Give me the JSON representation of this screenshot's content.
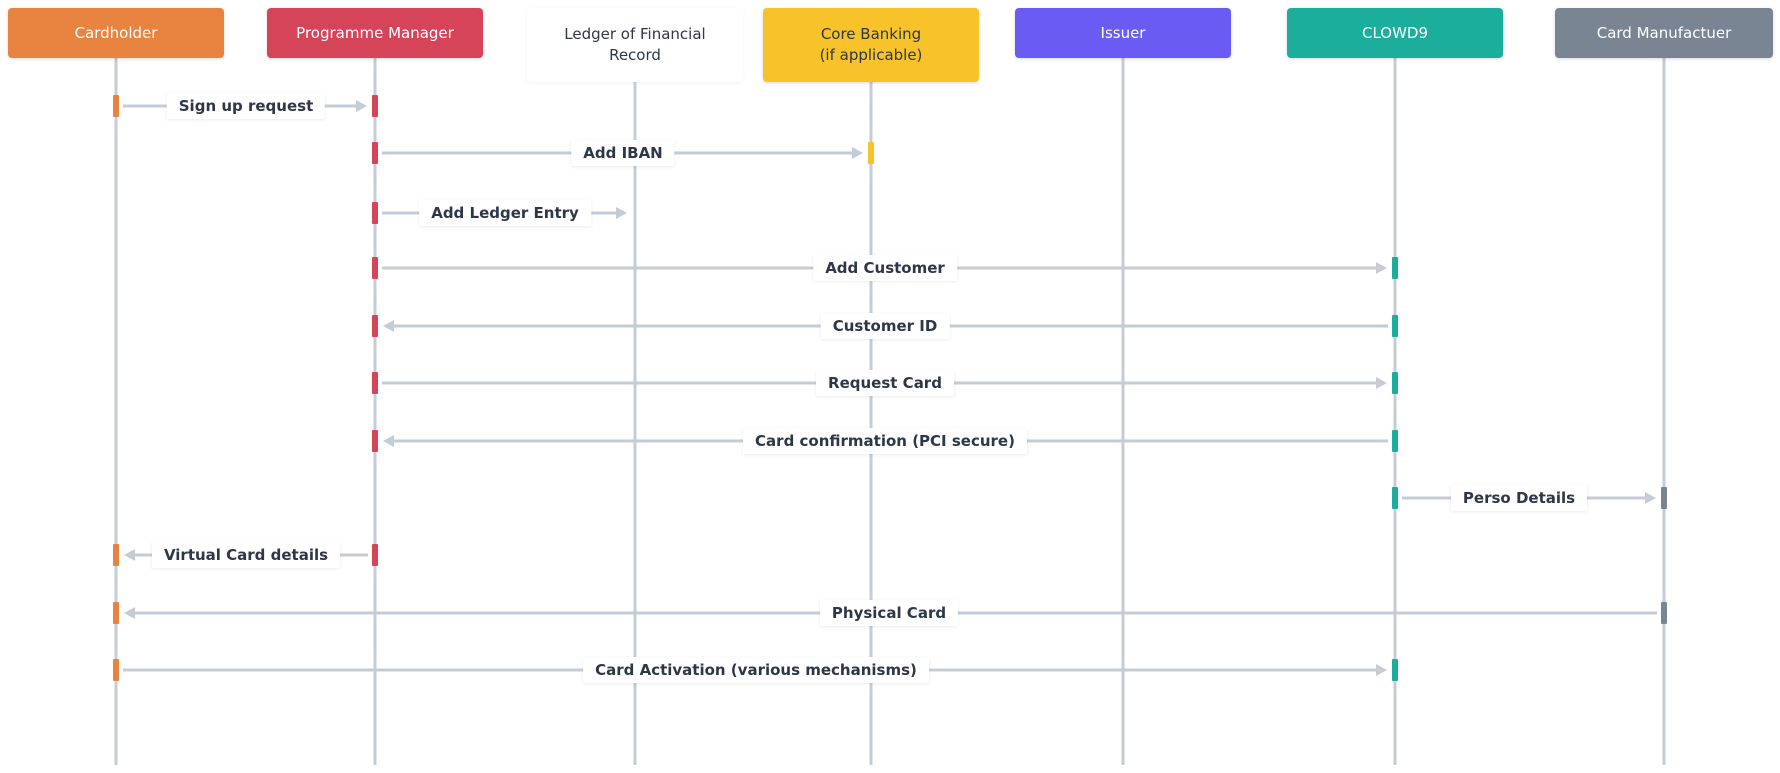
{
  "actors": [
    {
      "id": "cardholder",
      "label": "Cardholder",
      "color": "#e8843f"
    },
    {
      "id": "pm",
      "label": "Programme Manager",
      "color": "#d6445a"
    },
    {
      "id": "ledger",
      "label": "Ledger of Financial\nRecord",
      "color": "#ffffff"
    },
    {
      "id": "core",
      "label": "Core Banking\n(if applicable)",
      "color": "#f8c32a"
    },
    {
      "id": "issuer",
      "label": "Issuer",
      "color": "#6a5cf2"
    },
    {
      "id": "clowd9",
      "label": "CLOWD9",
      "color": "#1bae9c"
    },
    {
      "id": "manufacturer",
      "label": "Card Manufactuer",
      "color": "#7a8593"
    }
  ],
  "messages": [
    {
      "label": "Sign up request",
      "from": "cardholder",
      "to": "pm"
    },
    {
      "label": "Add IBAN",
      "from": "pm",
      "to": "core"
    },
    {
      "label": "Add Ledger Entry",
      "from": "pm",
      "to": "ledger"
    },
    {
      "label": "Add Customer",
      "from": "pm",
      "to": "clowd9"
    },
    {
      "label": "Customer ID",
      "from": "clowd9",
      "to": "pm"
    },
    {
      "label": "Request Card",
      "from": "pm",
      "to": "clowd9"
    },
    {
      "label": "Card confirmation (PCI secure)",
      "from": "clowd9",
      "to": "pm"
    },
    {
      "label": "Perso Details",
      "from": "clowd9",
      "to": "manufacturer"
    },
    {
      "label": "Virtual Card details",
      "from": "pm",
      "to": "cardholder"
    },
    {
      "label": "Physical Card",
      "from": "manufacturer",
      "to": "cardholder"
    },
    {
      "label": "Card Activation (various mechanisms)",
      "from": "cardholder",
      "to": "clowd9"
    }
  ]
}
